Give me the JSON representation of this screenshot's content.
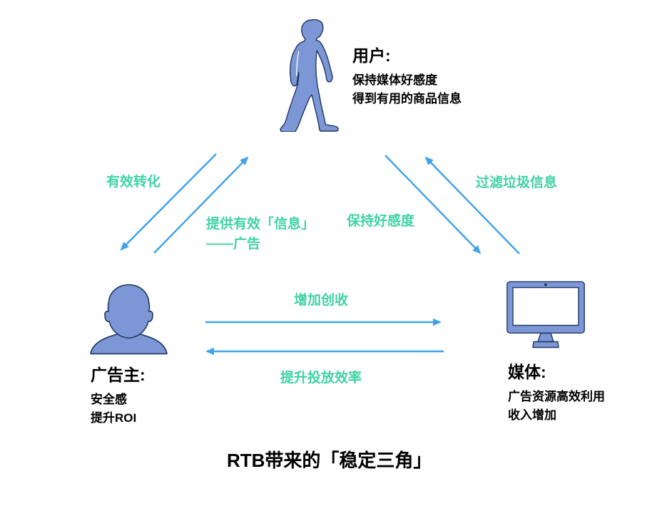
{
  "caption": "RTB带来的「稳定三角」",
  "colors": {
    "arrow_blue": "#3fa1ea",
    "label_teal": "#40d2a5",
    "icon_fill": "#7d96d5",
    "icon_stroke": "#203864",
    "text": "#000000",
    "background": "#ffffff"
  },
  "nodes": {
    "user": {
      "title": "用户:",
      "lines": [
        "保持媒体好感度",
        "得到有用的商品信息"
      ],
      "icon": "walking-person-icon"
    },
    "advertiser": {
      "title": "广告主:",
      "lines": [
        "安全感",
        "提升ROI"
      ],
      "icon": "person-bust-icon"
    },
    "media": {
      "title": "媒体:",
      "lines": [
        "广告资源高效利用",
        "收入增加"
      ],
      "icon": "monitor-icon"
    }
  },
  "edges": {
    "user_to_advertiser": {
      "label": "有效转化"
    },
    "advertiser_to_user": {
      "label_line1": "提供有效「信息」",
      "label_line2": "——广告"
    },
    "user_to_media": {
      "label": "保持好感度"
    },
    "media_to_user": {
      "label": "过滤垃圾信息"
    },
    "advertiser_to_media": {
      "label": "增加创收"
    },
    "media_to_advertiser": {
      "label": "提升投放效率"
    }
  }
}
